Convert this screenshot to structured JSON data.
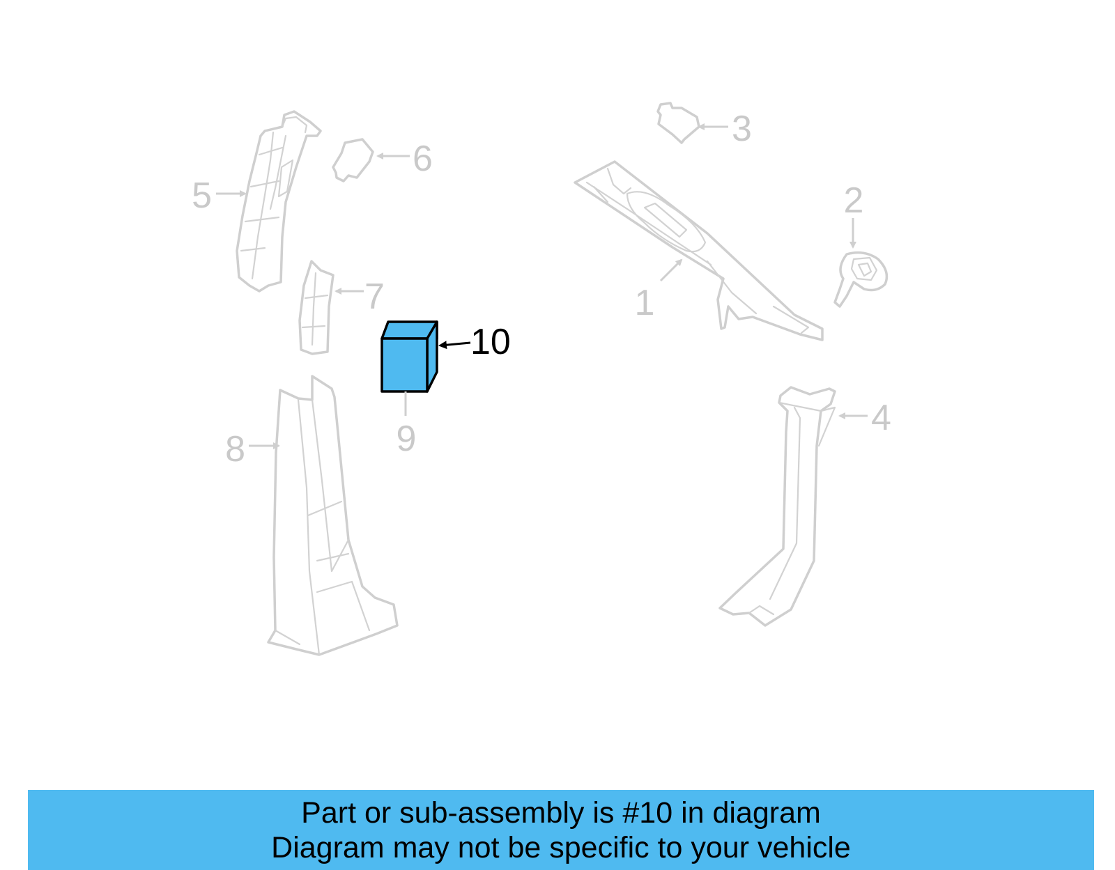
{
  "diagram": {
    "highlight_color": "#4fbaf0",
    "callouts": [
      {
        "id": "1",
        "label": "1",
        "active": false
      },
      {
        "id": "2",
        "label": "2",
        "active": false
      },
      {
        "id": "3",
        "label": "3",
        "active": false
      },
      {
        "id": "4",
        "label": "4",
        "active": false
      },
      {
        "id": "5",
        "label": "5",
        "active": false
      },
      {
        "id": "6",
        "label": "6",
        "active": false
      },
      {
        "id": "7",
        "label": "7",
        "active": false
      },
      {
        "id": "8",
        "label": "8",
        "active": false
      },
      {
        "id": "9",
        "label": "9",
        "active": false
      },
      {
        "id": "10",
        "label": "10",
        "active": true
      }
    ]
  },
  "banner": {
    "line1": "Part or sub-assembly is #10 in diagram",
    "line2": "Diagram may not be specific to your vehicle",
    "background": "#4fbaf0"
  }
}
